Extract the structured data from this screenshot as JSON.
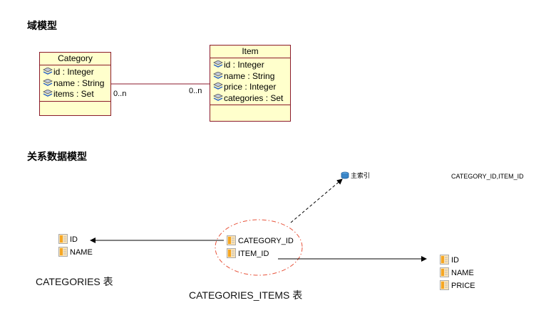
{
  "sections": {
    "domain_model": "域模型",
    "relational_model": "关系数据模型"
  },
  "domain": {
    "category": {
      "name": "Category",
      "attributes": [
        "id : Integer",
        "name : String",
        "items : Set"
      ]
    },
    "item": {
      "name": "Item",
      "attributes": [
        "id : Integer",
        "name : String",
        "price : Integer",
        "categories : Set"
      ]
    },
    "association": {
      "left_multiplicity": "0..n",
      "right_multiplicity": "0..n"
    }
  },
  "relational": {
    "categories_table": {
      "columns": [
        "ID",
        "NAME"
      ],
      "label": "CATEGORIES 表"
    },
    "join_table": {
      "columns": [
        "CATEGORY_ID",
        "ITEM_ID"
      ],
      "label": "CATEGORIES_ITEMS 表"
    },
    "items_table": {
      "columns": [
        "ID",
        "NAME",
        "PRICE"
      ]
    },
    "primary_key": {
      "label": "主索引",
      "value": "CATEGORY_ID,ITEM_ID"
    }
  },
  "colors": {
    "uml_fill": "#ffffcc",
    "uml_border": "#8b1a2b",
    "dashed_ellipse": "#e8543c",
    "column_icon": "#f5a623"
  }
}
